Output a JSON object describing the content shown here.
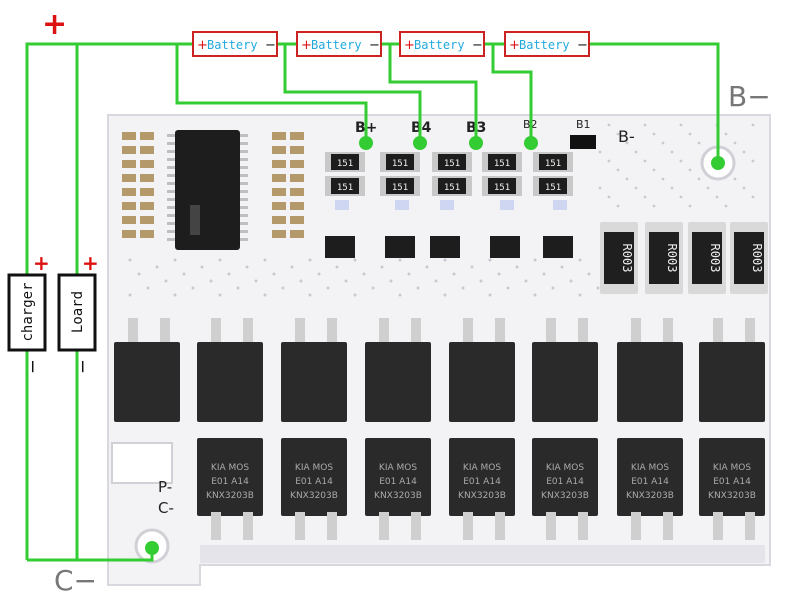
{
  "wiring": {
    "plus_symbol": "+",
    "minus_symbol": "−",
    "battery_label": "Battery",
    "charger_label": "charger",
    "load_label": "Loard",
    "b_minus_label": "B−",
    "c_minus_label": "C−"
  },
  "board": {
    "labels": {
      "b_plus": "B+",
      "b4": "B4",
      "b3": "B3",
      "b2": "B2",
      "b1": "B1",
      "b_minus": "B-",
      "p_minus": "P-",
      "c_minus": "C-"
    },
    "small_resistor_code": "151",
    "shunt_code": "R003",
    "mosfet_top_marking": "KIA MOS",
    "mosfet_mid_marking": "E01  A14",
    "mosfet_part": "KNX3203B"
  },
  "colors": {
    "wire": "#33cc33",
    "battery_box_border": "#cc2222",
    "battery_text": "#22aadd",
    "plus_red": "#dd1111",
    "board": "#f4f4f6",
    "mosfet": "#2a2a2a",
    "terminal_label": "#777777"
  }
}
